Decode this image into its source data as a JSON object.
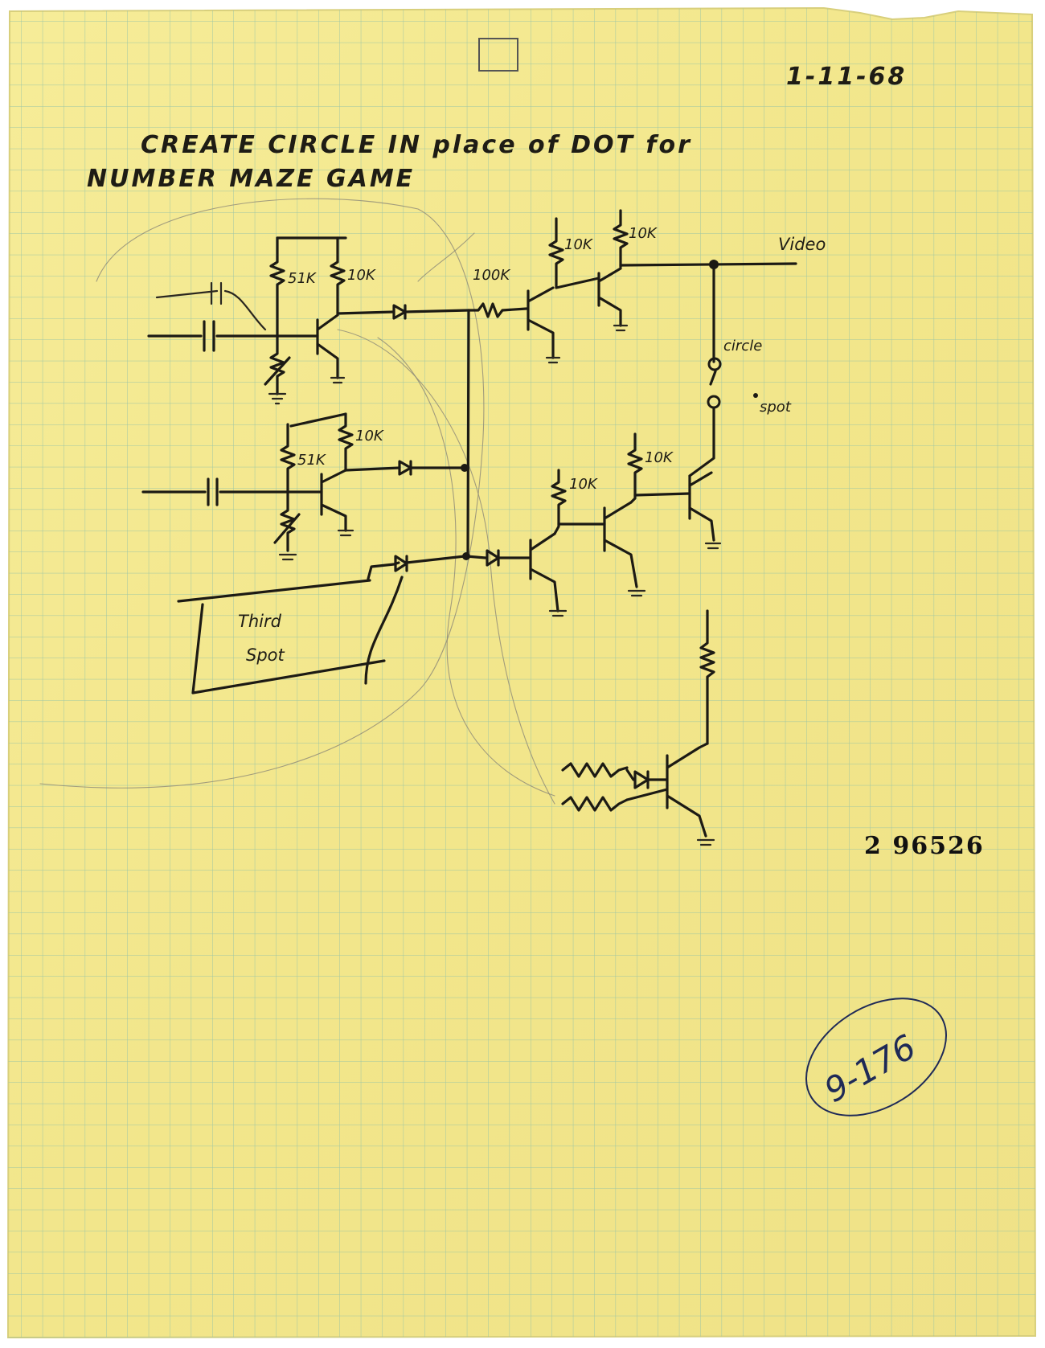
{
  "page": {
    "date": "1-11-68",
    "title_line1": "CREATE CIRCLE IN place of DOT for",
    "title_line2": "NUMBER MAZE GAME",
    "catalog_stamp": "2 96526",
    "archive_mark": "9-176"
  },
  "schematic": {
    "labels": {
      "video": "Video",
      "circle": "circle",
      "spot": "spot",
      "third_spot_line1": "Third",
      "third_spot_line2": "Spot",
      "r_51k_a": "51K",
      "r_10k_a": "10K",
      "r_51k_b": "51K",
      "r_10k_b": "10K",
      "r_100k": "100K",
      "r_10k_c": "10K",
      "r_10k_d": "10K",
      "r_10k_e": "10K",
      "r_10k_f": "10K"
    }
  },
  "colors": {
    "paper": "#f3e88d",
    "grid": "#8fc0a8",
    "pencil": "#1c1a14",
    "pen_blue": "#1f2a57"
  }
}
